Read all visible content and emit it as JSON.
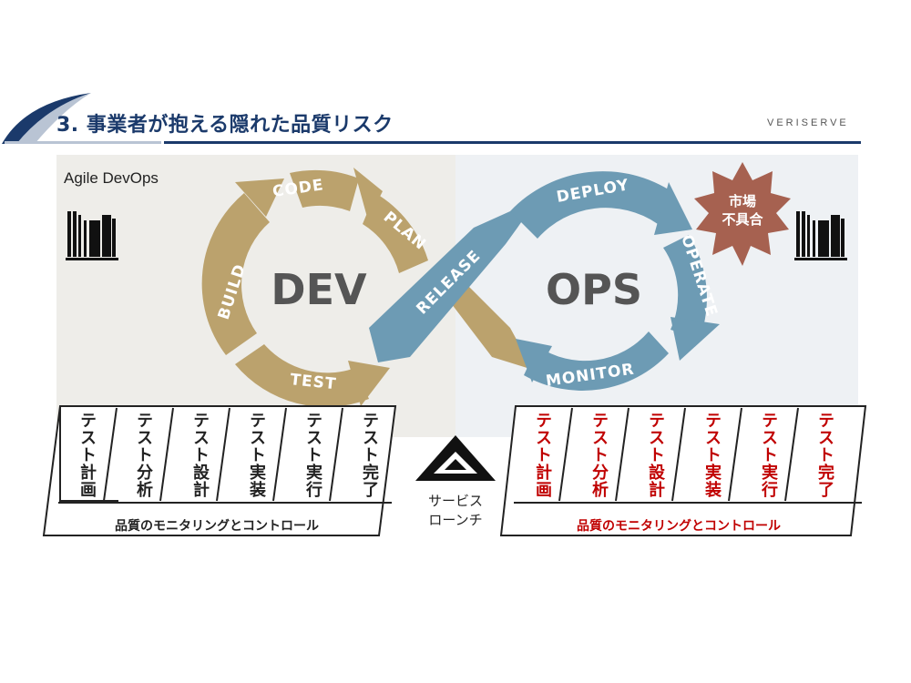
{
  "header": {
    "title": "3. 事業者が抱える隠れた品質リスク",
    "brand": "VERISERVE"
  },
  "diagram": {
    "label": "Agile DevOps",
    "dev_center": "DEV",
    "ops_center": "OPS",
    "dev_stages": [
      "PLAN",
      "CODE",
      "BUILD",
      "TEST"
    ],
    "bridge_stage": "RELEASE",
    "ops_stages": [
      "DEPLOY",
      "OPERATE",
      "MONITOR"
    ],
    "defect_badge": [
      "市場",
      "不具合"
    ],
    "colors": {
      "dev": "#bba26d",
      "ops": "#6d9bb4",
      "badge": "#a66150",
      "dev_bg": "#eeede9",
      "ops_bg": "#eef1f4"
    },
    "icons": [
      "documents-icon",
      "documents-icon"
    ]
  },
  "dev_tests": {
    "items": [
      "テスト計画",
      "テスト分析",
      "テスト設計",
      "テスト実装",
      "テスト実行",
      "テスト完了"
    ],
    "footer": "品質のモニタリングとコントロール",
    "color": "#222222"
  },
  "service_launch": {
    "icon": "triangle-ruler-icon",
    "lines": [
      "サービス",
      "ローンチ"
    ]
  },
  "ops_tests": {
    "items": [
      "テスト計画",
      "テスト分析",
      "テスト設計",
      "テスト実装",
      "テスト実行",
      "テスト完了"
    ],
    "footer": "品質のモニタリングとコントロール",
    "color": "#c00000"
  }
}
